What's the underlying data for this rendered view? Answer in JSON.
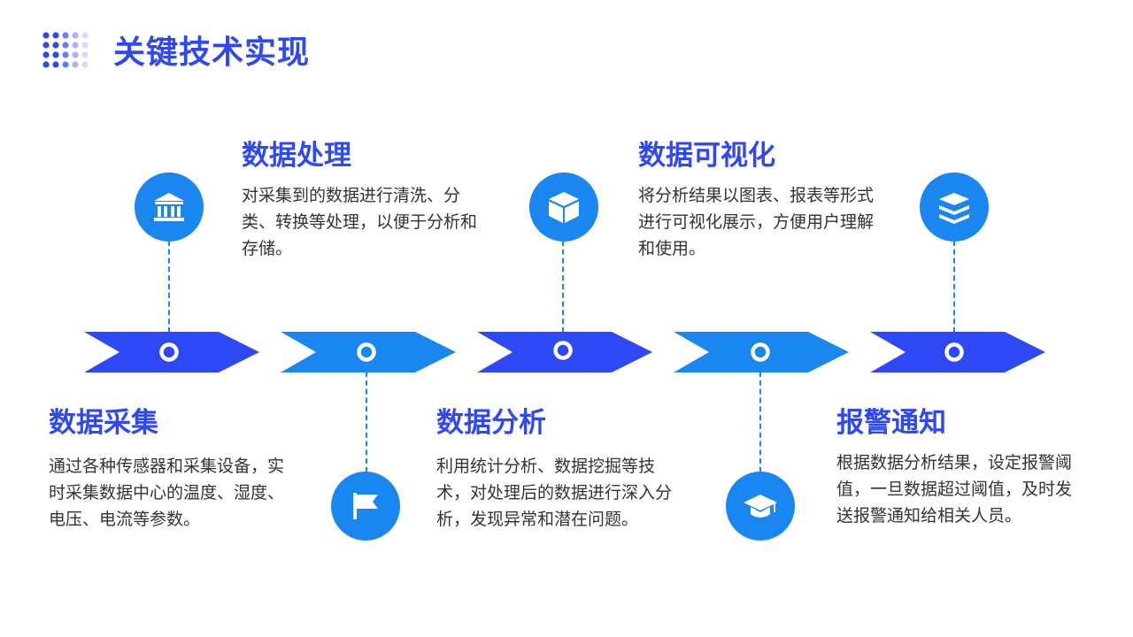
{
  "page_title": "关键技术实现",
  "colors": {
    "accent_blue": "#2f48f5",
    "light_blue": "#1a86f0",
    "text": "#333333"
  },
  "steps": [
    {
      "title": "数据采集",
      "desc": "通过各种传感器和采集设备，实时采集数据中心的温度、湿度、电压、电流等参数。",
      "icon": "flag-icon"
    },
    {
      "title": "数据处理",
      "desc": "对采集到的数据进行清洗、分类、转换等处理，以便于分析和存储。",
      "icon": "bank-building-icon"
    },
    {
      "title": "数据分析",
      "desc": "利用统计分析、数据挖掘等技术，对处理后的数据进行深入分析，发现异常和潜在问题。",
      "icon": "cube-icon"
    },
    {
      "title": "数据可视化",
      "desc": "将分析结果以图表、报表等形式进行可视化展示，方便用户理解和使用。",
      "icon": "graduation-cap-icon"
    },
    {
      "title": "报警通知",
      "desc": "根据数据分析结果，设定报警阈值，一旦数据超过阈值，及时发送报警通知给相关人员。",
      "icon": "layers-stack-icon"
    }
  ]
}
